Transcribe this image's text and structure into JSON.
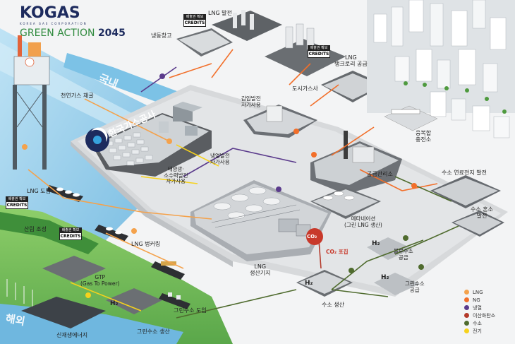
{
  "brand": {
    "logo": "KOGAS",
    "corp": "KOREA GAS CORPORATION",
    "slogan_green": "GREEN ACTION",
    "slogan_year": "2045"
  },
  "regions": {
    "domestic": "국내",
    "overseas": "해외"
  },
  "company_sign": "한국가스공사",
  "board": {
    "header": "배출권 확보",
    "body": "CREDITS"
  },
  "labels": {
    "gas_extraction": "천연가스 채굴",
    "lng_import": "LNG 도입",
    "forest": "산림 조성",
    "lng_bunkering": "LNG 벙커링",
    "gtp": "GTP\n(Gas To Power)",
    "renewable": "신재생에너지",
    "green_h2_prod": "그린수소 생산",
    "green_h2_import": "그린수소 도입",
    "cold_storage": "냉동창고",
    "lng_power": "LNG 발전",
    "lng_tank": "LNG\n탱크로리 공급",
    "city_gas": "도시가스사",
    "cold_heat": "냉열발전\n자가사용",
    "pressure_power": "감압발전\n자가사용",
    "solar_self": "태양광·\n소수력발전\n자가사용",
    "supply_station": "공급관리소",
    "hydrogen_station": "융복합\n충전소",
    "fuel_cell": "수소 연료전지 발전",
    "h2_co_fire": "수소 혼소\n발전",
    "methanation": "메타네이션\n(그린 LNG 생산)",
    "co2_capture": "CO₂ 포집",
    "lng_base": "LNG\n생산기지",
    "h2_production": "수소 생산",
    "blue_h2": "블루수소\n공급",
    "green_h2": "그린수소\n공급",
    "co2_badge": "CO₂",
    "h2_badge": "H₂"
  },
  "legend": [
    {
      "label": "LNG",
      "color": "#f4a24c"
    },
    {
      "label": "NG",
      "color": "#f26f2a"
    },
    {
      "label": "냉열",
      "color": "#5b3b8c"
    },
    {
      "label": "이산화탄소",
      "color": "#b43a2b"
    },
    {
      "label": "수소",
      "color": "#4f6b2e"
    },
    {
      "label": "전기",
      "color": "#f6d21c"
    }
  ]
}
